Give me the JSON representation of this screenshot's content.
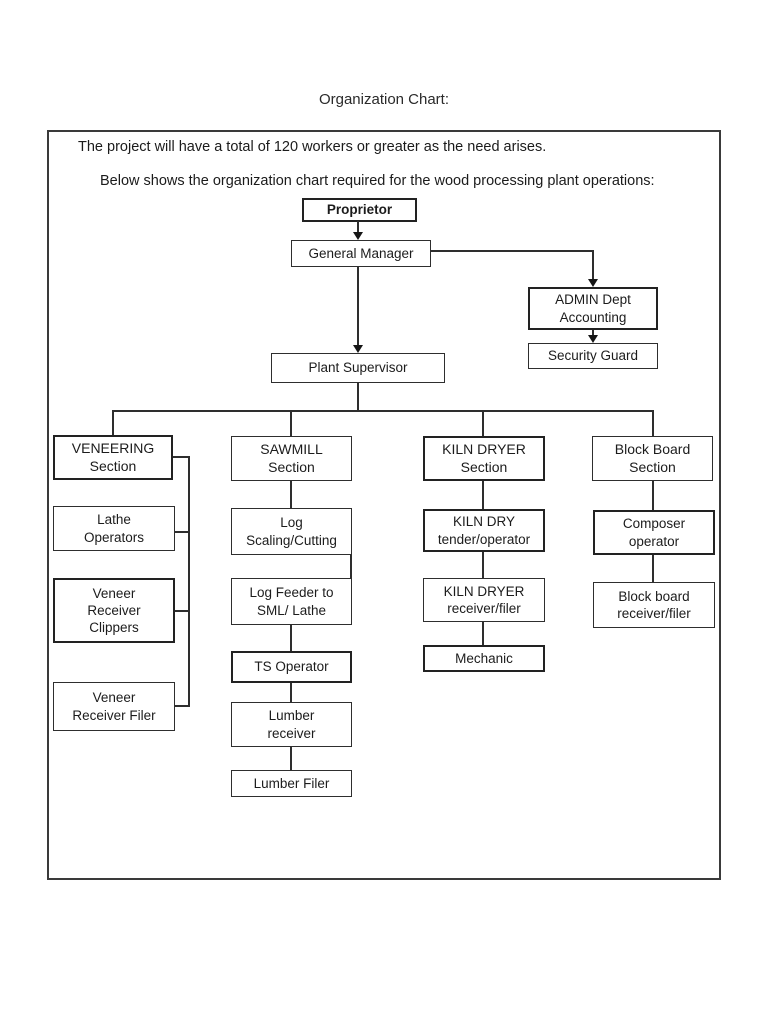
{
  "page": {
    "title": "Organization Chart:",
    "intro_line1": "The project will have a total of 120 workers or greater as the need arises.",
    "intro_line2": "Below shows the organization chart required for the wood processing plant operations:"
  },
  "colors": {
    "background": "#ffffff",
    "line": "#2e2e2e",
    "text": "#1c1c1c"
  },
  "org": {
    "proprietor": "Proprietor",
    "general_manager": "General Manager",
    "admin_dept": "ADMIN Dept\nAccounting",
    "security_guard": "Security Guard",
    "plant_supervisor": "Plant Supervisor",
    "veneering_section": "VENEERING\nSection",
    "lathe_operators": "Lathe\nOperators",
    "veneer_receiver_clippers": "Veneer\nReceiver\nClippers",
    "veneer_receiver_filer": "Veneer\nReceiver Filer",
    "sawmill_section": "SAWMILL\nSection",
    "log_scaling_cutting": "Log\nScaling/Cutting",
    "log_feeder_sml_lathe": "Log Feeder to\nSML/ Lathe",
    "ts_operator": "TS Operator",
    "lumber_receiver": "Lumber\nreceiver",
    "lumber_filer": "Lumber Filer",
    "kiln_dryer_section": "KILN DRYER\nSection",
    "kiln_dry_tender_operator": "KILN DRY\ntender/operator",
    "kiln_dryer_receiver_filer": "KILN DRYER\nreceiver/filer",
    "mechanic": "Mechanic",
    "block_board_section": "Block Board\nSection",
    "composer_operator": "Composer\noperator",
    "block_board_receiver_filer": "Block board\nreceiver/filer"
  }
}
